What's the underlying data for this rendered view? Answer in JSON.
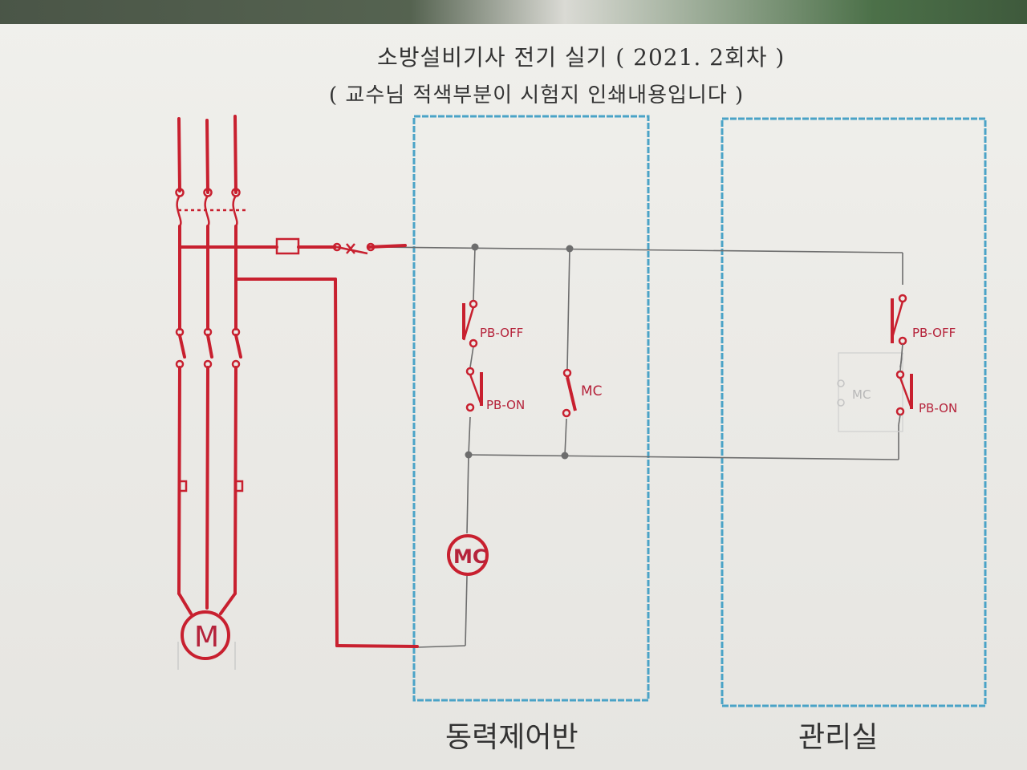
{
  "title_line1": "소방설비기사 전기 실기 ( 2021. 2회차 )",
  "title_line2": "( 교수님 적색부분이 시험지 인쇄내용입니다 )",
  "labels": {
    "power_panel": "동력제어반",
    "management_room": "관리실",
    "pb_off_1": "PB-OFF",
    "pb_on_1": "PB-ON",
    "mc_contact_1": "MC",
    "mc_coil": "MC",
    "motor": "M",
    "pb_off_2": "PB-OFF",
    "pb_on_2": "PB-ON",
    "mc_contact_2": "MC"
  },
  "colors": {
    "red_ink": "#c8202f",
    "blue_box": "#4aa3c7",
    "gray_wire": "#6d6d6d",
    "faint": "#bdbdbd"
  }
}
